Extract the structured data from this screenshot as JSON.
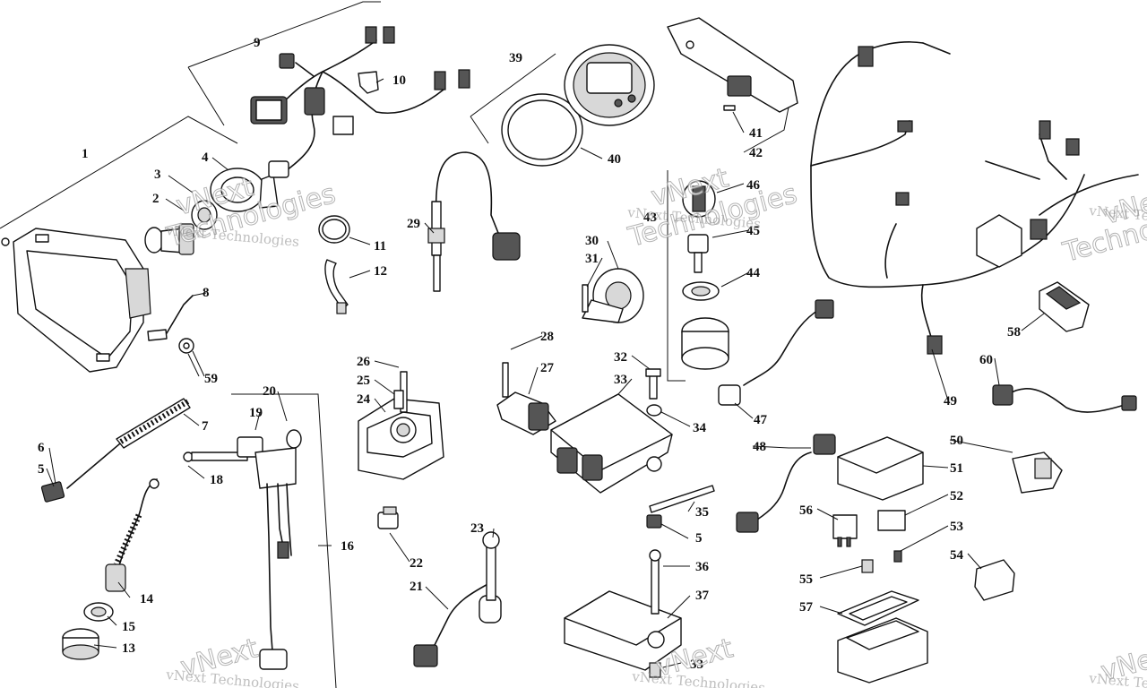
{
  "watermark": {
    "brand_line": "vNext Technologies",
    "big_word_1": "vNext",
    "big_word_2": "Technologies"
  },
  "callouts": [
    "1",
    "2",
    "3",
    "4",
    "5",
    "5",
    "6",
    "7",
    "8",
    "9",
    "10",
    "11",
    "12",
    "13",
    "14",
    "15",
    "16",
    "18",
    "19",
    "20",
    "21",
    "22",
    "23",
    "24",
    "25",
    "26",
    "27",
    "28",
    "29",
    "30",
    "31",
    "32",
    "33",
    "33",
    "34",
    "35",
    "36",
    "37",
    "39",
    "40",
    "41",
    "42",
    "43",
    "44",
    "45",
    "46",
    "47",
    "48",
    "49",
    "50",
    "51",
    "52",
    "53",
    "54",
    "55",
    "56",
    "57",
    "58",
    "59",
    "60"
  ]
}
